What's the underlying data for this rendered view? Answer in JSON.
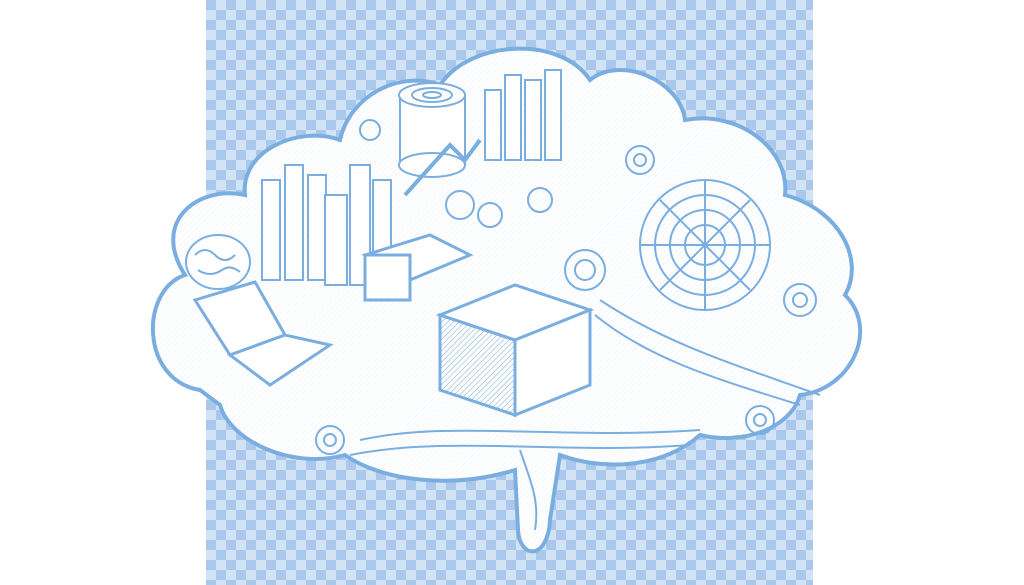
{
  "illustration": {
    "subject": "cloud-computing-line-art",
    "colors": {
      "checker_dark": "#a9c8ec",
      "checker_light": "#d3e3f6",
      "line": "#7aaee0",
      "fill": "#ffffff",
      "page_background": "#ffffff"
    },
    "elements": [
      "cloud",
      "bar-chart",
      "database-cylinder",
      "laptop",
      "brain",
      "server-box",
      "radar-chart",
      "swirls",
      "data-streams"
    ]
  }
}
